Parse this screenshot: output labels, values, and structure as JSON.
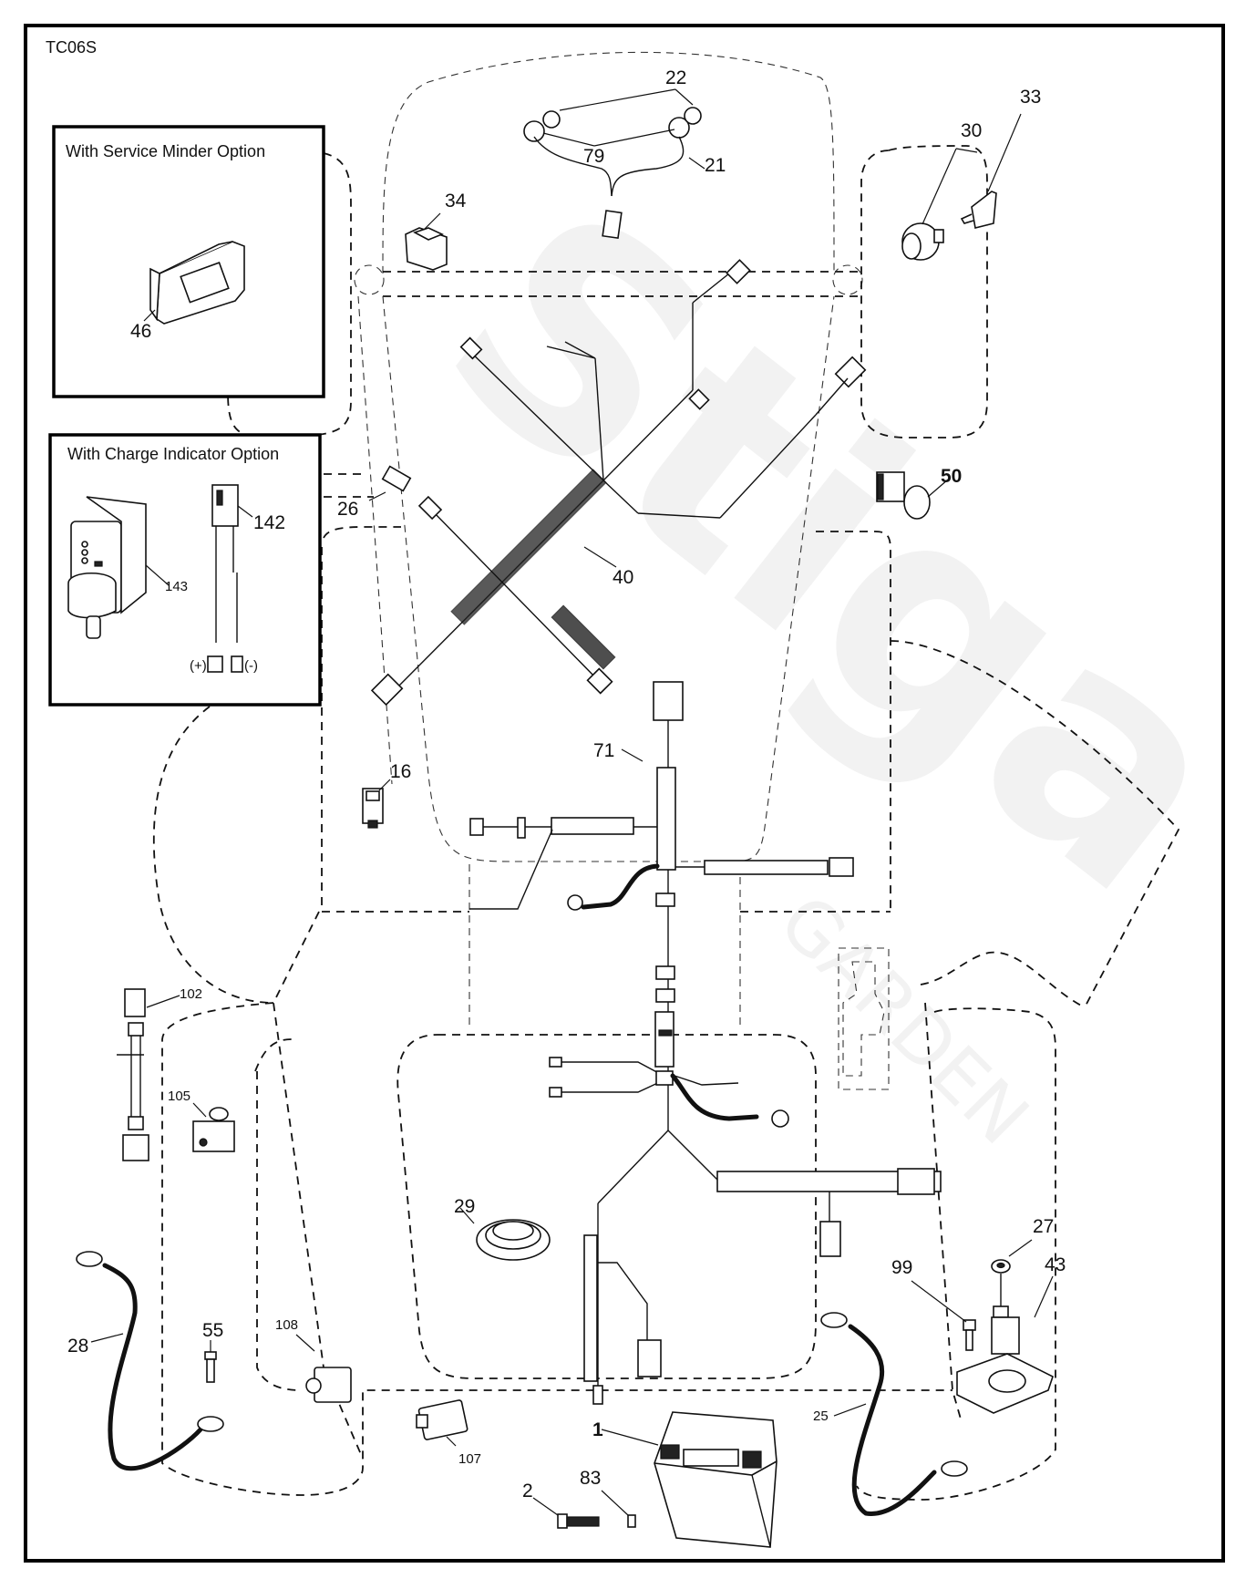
{
  "diagram": {
    "model_code": "TC06S",
    "option_boxes": [
      {
        "title": "With Service Minder Option",
        "parts": [
          "46"
        ]
      },
      {
        "title": "With Charge Indicator Option",
        "parts": [
          "142",
          "143"
        ],
        "terminal_labels": [
          "(+)",
          "(-)"
        ]
      }
    ],
    "watermark": {
      "brand": "Stiga",
      "sub": "GARDEN"
    },
    "part_labels": {
      "p1": "1",
      "p2": "2",
      "p16": "16",
      "p21": "21",
      "p22": "22",
      "p25": "25",
      "p26": "26",
      "p27": "27",
      "p28": "28",
      "p29": "29",
      "p30": "30",
      "p33": "33",
      "p34": "34",
      "p40": "40",
      "p43": "43",
      "p46": "46",
      "p50": "50",
      "p55": "55",
      "p71": "71",
      "p79": "79",
      "p83": "83",
      "p99": "99",
      "p102": "102",
      "p105": "105",
      "p107": "107",
      "p108": "108",
      "p142": "142",
      "p143": "143"
    },
    "parts": [
      {
        "ref": "1",
        "icon": "battery"
      },
      {
        "ref": "2",
        "icon": "bolt"
      },
      {
        "ref": "16",
        "icon": "relay-switch"
      },
      {
        "ref": "21",
        "icon": "headlight-socket"
      },
      {
        "ref": "22",
        "icon": "bulb"
      },
      {
        "ref": "25",
        "icon": "ground-cable"
      },
      {
        "ref": "26",
        "icon": "fuse"
      },
      {
        "ref": "27",
        "icon": "nut"
      },
      {
        "ref": "28",
        "icon": "battery-cable"
      },
      {
        "ref": "29",
        "icon": "grommet"
      },
      {
        "ref": "30",
        "icon": "ignition-switch"
      },
      {
        "ref": "33",
        "icon": "key"
      },
      {
        "ref": "34",
        "icon": "rocker-switch"
      },
      {
        "ref": "40",
        "icon": "wire-harness"
      },
      {
        "ref": "43",
        "icon": "solenoid"
      },
      {
        "ref": "46",
        "icon": "hour-meter"
      },
      {
        "ref": "50",
        "icon": "pto-switch"
      },
      {
        "ref": "55",
        "icon": "screw"
      },
      {
        "ref": "71",
        "icon": "wire-harness"
      },
      {
        "ref": "79",
        "icon": "light-harness"
      },
      {
        "ref": "83",
        "icon": "nut"
      },
      {
        "ref": "99",
        "icon": "bolt"
      },
      {
        "ref": "102",
        "icon": "lead-wire"
      },
      {
        "ref": "105",
        "icon": "relay"
      },
      {
        "ref": "107",
        "icon": "module"
      },
      {
        "ref": "108",
        "icon": "interlock-switch"
      },
      {
        "ref": "142",
        "icon": "adapter-harness"
      },
      {
        "ref": "143",
        "icon": "charge-indicator"
      }
    ]
  }
}
